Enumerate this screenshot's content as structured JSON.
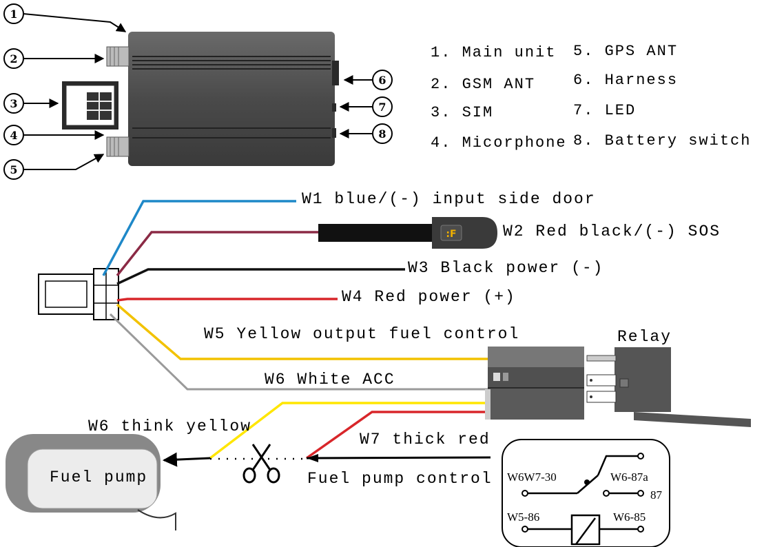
{
  "legend": [
    {
      "n": "1",
      "text": "1. Main unit"
    },
    {
      "n": "2",
      "text": "2. GSM ANT"
    },
    {
      "n": "3",
      "text": "3. SIM"
    },
    {
      "n": "4",
      "text": "4. Micorphone"
    },
    {
      "n": "5",
      "text": "5. GPS ANT"
    },
    {
      "n": "6",
      "text": "6. Harness"
    },
    {
      "n": "7",
      "text": "7. LED"
    },
    {
      "n": "8",
      "text": "8. Battery switch"
    }
  ],
  "callouts": [
    "1",
    "2",
    "3",
    "4",
    "5",
    "6",
    "7",
    "8"
  ],
  "wires": {
    "w1": "W1 blue/(-) input side door",
    "w2": "W2 Red black/(-) SOS",
    "w3": "W3 Black power (-)",
    "w4": "W4 Red power (+)",
    "w5": "W5 Yellow output fuel  control",
    "w6": "W6    White ACC",
    "w6b": "W6 think yellow",
    "w7": "W7 thick red"
  },
  "relay_label": "Relay",
  "fuel_pump": "Fuel pump",
  "fuel_pump_control": "Fuel pump control",
  "schematic": {
    "w6w7_30": "W6W7-30",
    "w6_87a": "W6-87a",
    "p87": "87",
    "w5_86": "W5-86",
    "w6_85": "W6-85"
  },
  "colors": {
    "blue": "#1e88c8",
    "maroon": "#8b2a45",
    "black": "#111111",
    "red": "#d8262a",
    "yellow": "#f2c200",
    "gray": "#9a9a9a",
    "bright_yellow": "#ffe600",
    "device": "#4f4f4f"
  }
}
